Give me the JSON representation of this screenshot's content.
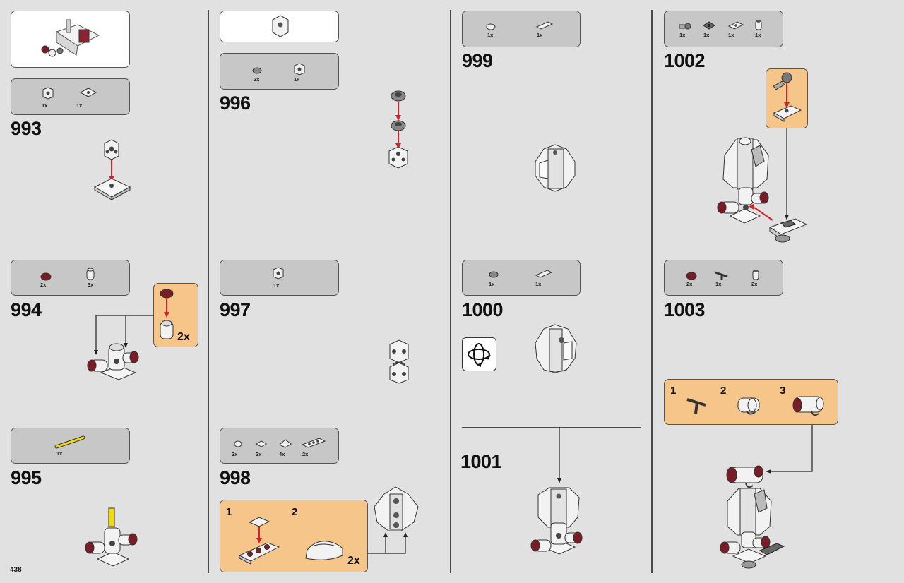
{
  "page_number": "438",
  "steps": [
    {
      "number": "993",
      "parts": [
        "1x",
        "1x"
      ]
    },
    {
      "number": "994",
      "parts": [
        "2x",
        "3x"
      ],
      "callout_multiplier": "2x"
    },
    {
      "number": "995",
      "parts": [
        "1x"
      ]
    },
    {
      "number": "996",
      "parts": [
        "2x",
        "1x"
      ]
    },
    {
      "number": "997",
      "parts": [
        "1x"
      ]
    },
    {
      "number": "998",
      "parts": [
        "2x",
        "2x",
        "4x",
        "2x"
      ],
      "substeps": [
        "1",
        "2"
      ],
      "callout_multiplier": "2x"
    },
    {
      "number": "999",
      "parts": [
        "1x",
        "1x"
      ]
    },
    {
      "number": "1000",
      "parts": [
        "1x",
        "1x"
      ]
    },
    {
      "number": "1001",
      "parts": []
    },
    {
      "number": "1002",
      "parts": [
        "1x",
        "1x",
        "1x",
        "1x"
      ]
    },
    {
      "number": "1003",
      "parts": [
        "2x",
        "1x",
        "2x"
      ],
      "substeps": [
        "1",
        "2",
        "3"
      ]
    }
  ],
  "icons": [
    "rotate-model-icon"
  ],
  "colors": {
    "background": "#e1e1e1",
    "parts_box": "#c7c7c7",
    "callout": "#f6c58a",
    "arrow_red": "#d2232a",
    "dark_red": "#7a1c25",
    "yellow_bar": "#f5dc00"
  }
}
